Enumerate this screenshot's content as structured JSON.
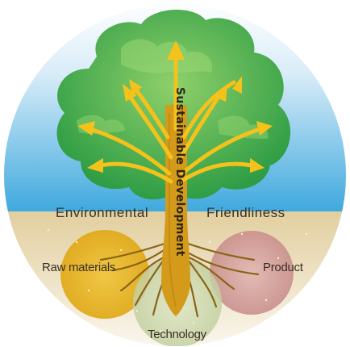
{
  "diagram": {
    "trunk_label": "Sustainable Development",
    "left_label": "Environmental",
    "right_label": "Friendliness",
    "circle_left": "Raw materials",
    "circle_right": "Product",
    "circle_bottom": "Technology"
  },
  "colors": {
    "sky": "#3fa9de",
    "foliage": "#46b04a",
    "foliage_light": "#8fcf6b",
    "arrow": "#f5c21b",
    "trunk": "#d49a1a",
    "soil": "#e9d7b0",
    "circle_yellow": "#e8b21c",
    "circle_red": "#d6a7a6",
    "circle_green": "#cfd9b8"
  }
}
